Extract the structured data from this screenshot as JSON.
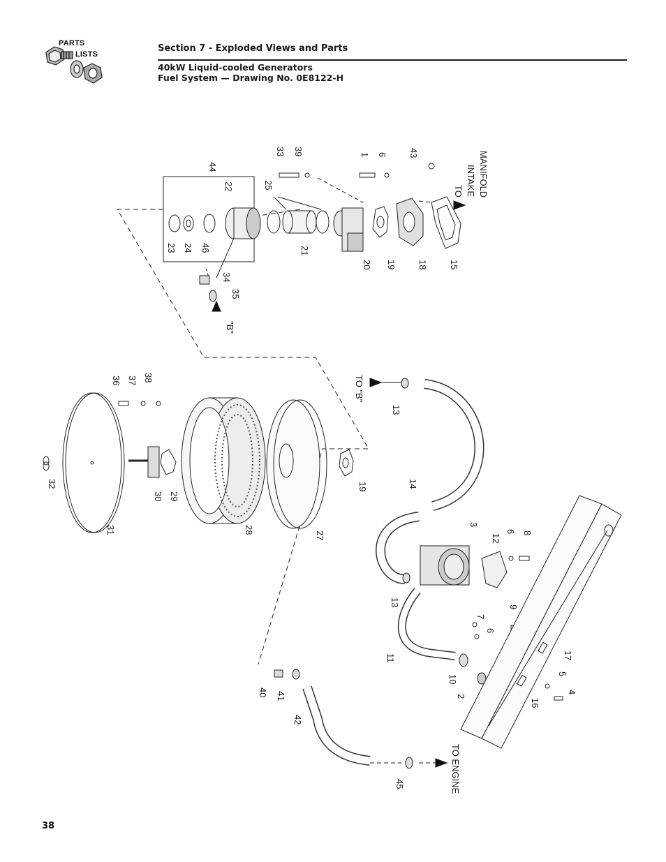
{
  "logo": {
    "line1": "PARTS",
    "line2": "LISTS"
  },
  "header": {
    "section": "Section 7 - Exploded Views and Parts",
    "line1": "40kW Liquid-cooled Generators",
    "line2": "Fuel System — Drawing No. 0E8122-H"
  },
  "callouts": {
    "c44": "44",
    "c33": "33",
    "c39": "39",
    "c1": "1",
    "c6a": "6",
    "c43": "43",
    "c22": "22",
    "c25": "25",
    "c23": "23",
    "c24": "24",
    "c46": "46",
    "c21": "21",
    "c20": "20",
    "c19a": "19",
    "c18": "18",
    "c15": "15",
    "c34": "34",
    "c35": "35",
    "cB": "\"B\"",
    "c36": "36",
    "c37": "37",
    "c38": "38",
    "c32": "32",
    "c30": "30",
    "c29": "29",
    "c31": "31",
    "c28": "28",
    "c27": "27",
    "c19b": "19",
    "c13a": "13",
    "c14": "14",
    "c3": "3",
    "c12": "12",
    "c6b": "6",
    "c8": "8",
    "c13b": "13",
    "c9": "9",
    "c7": "7",
    "c6c": "6",
    "c11": "11",
    "c10": "10",
    "c2": "2",
    "c17": "17",
    "c5": "5",
    "c4": "4",
    "c16": "16",
    "c40": "40",
    "c41": "41",
    "c42": "42",
    "c45": "45"
  },
  "flow_labels": {
    "to_b": "TO \"B\"",
    "to_intake": "TO",
    "intake": "INTAKE",
    "manifold": "MANIFOLD",
    "to_engine": "TO ENGINE"
  },
  "footer": {
    "page": "38"
  }
}
